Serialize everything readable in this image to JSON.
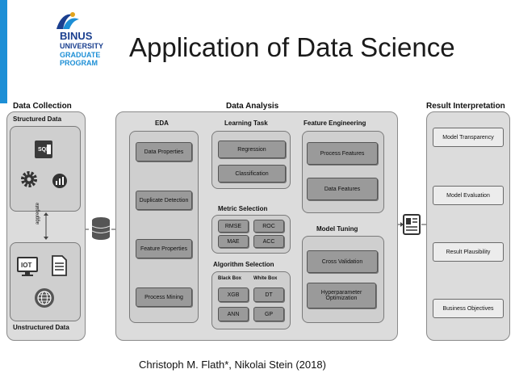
{
  "slide": {
    "title": "Application of Data Science",
    "caption": "Christoph  M.  Flath*,  Nikolai  Stein (2018)"
  },
  "logo": {
    "name": "BINUS",
    "line1": "UNIVERSITY",
    "line2": "GRADUATE",
    "line3": "PROGRAM"
  },
  "diagram": {
    "collection": {
      "header": "Data Collection",
      "structured": "Structured Data",
      "unstructured": "Unstructured Data",
      "aggregate": "aggregate",
      "sql": "SQL",
      "iot": "IOT"
    },
    "analysis": {
      "header": "Data Analysis",
      "eda": {
        "title": "EDA",
        "items": [
          "Data Properties",
          "Duplicate Detection",
          "Feature Properties",
          "Process Mining"
        ]
      },
      "learning": {
        "title": "Learning Task",
        "items": [
          "Regression",
          "Classification"
        ]
      },
      "metric": {
        "title": "Metric Selection",
        "items": [
          "RMSE",
          "ROC",
          "MAE",
          "ACC"
        ]
      },
      "algorithm": {
        "title": "Algorithm Selection",
        "black_box": "Black Box",
        "white_box": "White Box",
        "items": [
          "XGB",
          "DT",
          "ANN",
          "GP"
        ]
      },
      "feature": {
        "title": "Feature Engineering",
        "items": [
          "Process Features",
          "Data Features"
        ]
      },
      "tuning": {
        "title": "Model Tuning",
        "items": [
          "Cross Validation",
          "Hyperparameter Optimization"
        ]
      }
    },
    "interpretation": {
      "header": "Result Interpretation",
      "items": [
        "Model Transparency",
        "Model Evaluation",
        "Result Plausibility",
        "Business Objectives"
      ]
    }
  }
}
